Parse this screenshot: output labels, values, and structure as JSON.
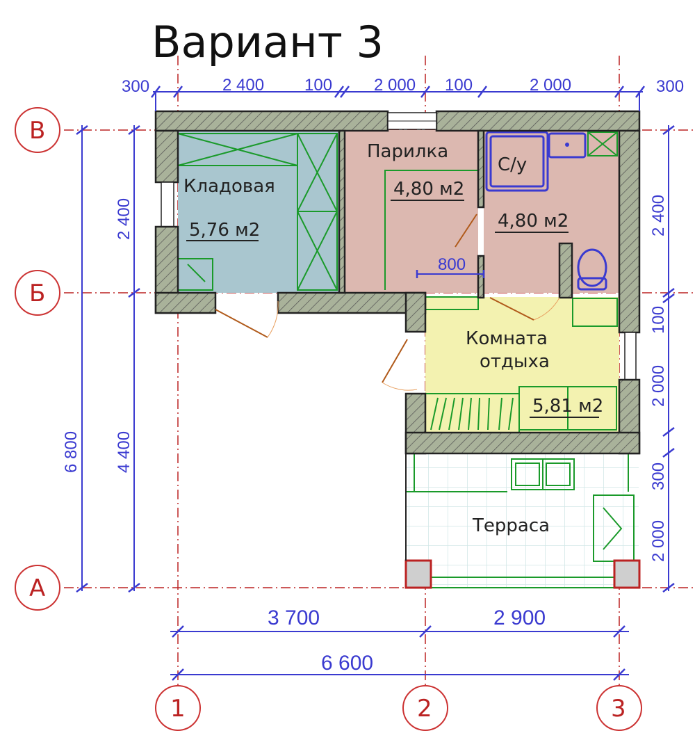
{
  "title": "Вариант 3",
  "top_dims": [
    "300",
    "2 400",
    "100",
    "2 000",
    "100",
    "2 000",
    "300"
  ],
  "left_dims": {
    "outer_total": "6 800",
    "upper": "2 400",
    "lower": "4 400"
  },
  "right_dims": [
    "2 400",
    "100",
    "2 000",
    "300",
    "2 000"
  ],
  "bottom_dims": {
    "left_span": "3 700",
    "right_span": "2 900",
    "total": "6 600"
  },
  "door_dim": "800",
  "axes_rows": [
    "В",
    "Б",
    "А"
  ],
  "axes_cols": [
    "1",
    "2",
    "3"
  ],
  "rooms": {
    "storage": {
      "name": "Кладовая",
      "area": "5,76 м2"
    },
    "steam": {
      "name": "Парилка",
      "area": "4,80 м2"
    },
    "wc": {
      "name": "С/у",
      "area": "4,80 м2"
    },
    "rest": {
      "name_line1": "Комната",
      "name_line2": "отдыха",
      "area": "5,81 м2"
    },
    "terrace": {
      "name": "Терраса"
    }
  },
  "colors": {
    "storage_fill": "#a9c6cf",
    "steam_fill": "#dcb8b0",
    "wc_fill": "#dcb8b0",
    "rest_fill": "#f3f2b0",
    "terrace_fill": "#ffffff",
    "wall": "#a9b29a",
    "dimension": "#3a3ad0",
    "axis": "#bb2222",
    "fixture": "#1a9a2a"
  }
}
